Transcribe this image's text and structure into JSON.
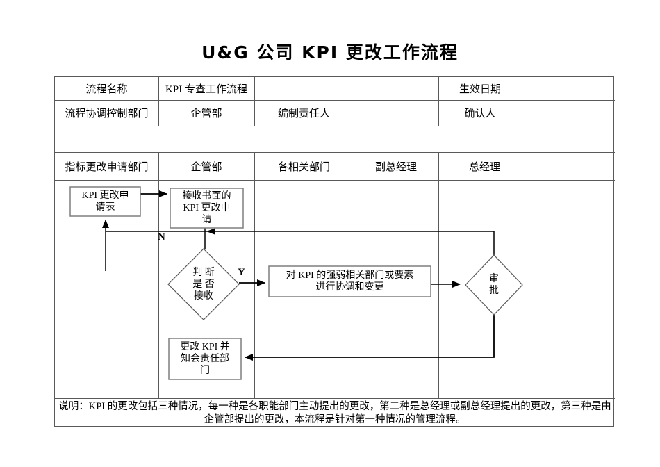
{
  "title": "U&G 公司 KPI 更改工作流程",
  "info_table": {
    "rows": [
      {
        "cells": [
          "流程名称",
          "KPI 专查工作流程",
          "",
          "",
          "生效日期",
          ""
        ]
      },
      {
        "cells": [
          "流程协调控制部门",
          "企管部",
          "编制责任人",
          "",
          "确认人",
          ""
        ]
      }
    ]
  },
  "lane_header": {
    "cells": [
      "指标更改申请部门",
      "企管部",
      "各相关部门",
      "副总经理",
      "总经理",
      ""
    ]
  },
  "flow": {
    "box_request_form": {
      "lines": [
        "KPI 更改申",
        "请表"
      ]
    },
    "box_receive": {
      "lines": [
        "接收书面的",
        "KPI 更改申",
        "请"
      ]
    },
    "diamond_judge": {
      "lines": [
        "判 断",
        "是 否",
        "接收"
      ]
    },
    "box_coordinate": {
      "lines": [
        "对 KPI 的强弱相关部门或要素",
        "进行协调和变更"
      ]
    },
    "diamond_approve": {
      "lines": [
        "审",
        "批"
      ]
    },
    "box_change_notify": {
      "lines": [
        "更改 KPI 并",
        "知会责任部",
        "门"
      ]
    },
    "label_yes": "Y",
    "label_no": "N"
  },
  "note": "说明：KPI 的更改包括三种情况，每一种是各职能部门主动提出的更改，第二种是总经理或副总经理提出的更改，第三种是由企管部提出的更改，本流程是针对第一种情况的管理流程。",
  "colors": {
    "background": "#ffffff",
    "grid_line": "#595959",
    "node_border": "#7f7f7f",
    "connector": "#000000",
    "text": "#000000"
  }
}
